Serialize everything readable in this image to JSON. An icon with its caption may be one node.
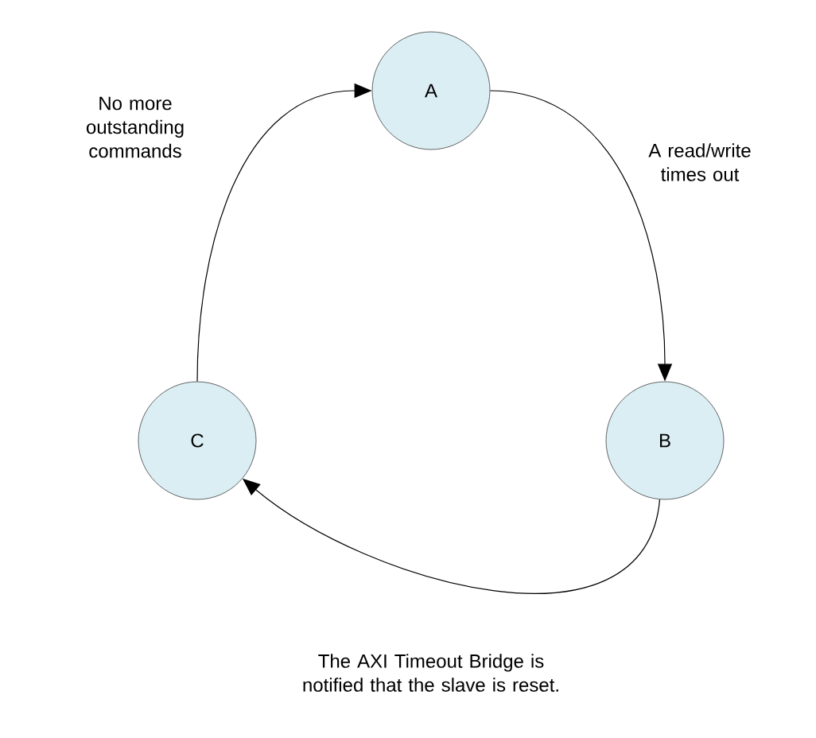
{
  "diagram": {
    "nodes": [
      {
        "text": [
          "A"
        ]
      },
      {
        "text": [
          "B"
        ]
      },
      {
        "text": [
          "C"
        ]
      }
    ],
    "edges": [
      {
        "from": 0,
        "to": 1,
        "arrow": "to",
        "label": "A read/write times out"
      },
      {
        "from": 1,
        "to": 2,
        "arrow": "to",
        "label": "The AXI Timeout Bridge is notified that the slave is reset."
      },
      {
        "from": 2,
        "to": 0,
        "arrow": "to",
        "label": "No more outstanding commands"
      }
    ]
  }
}
